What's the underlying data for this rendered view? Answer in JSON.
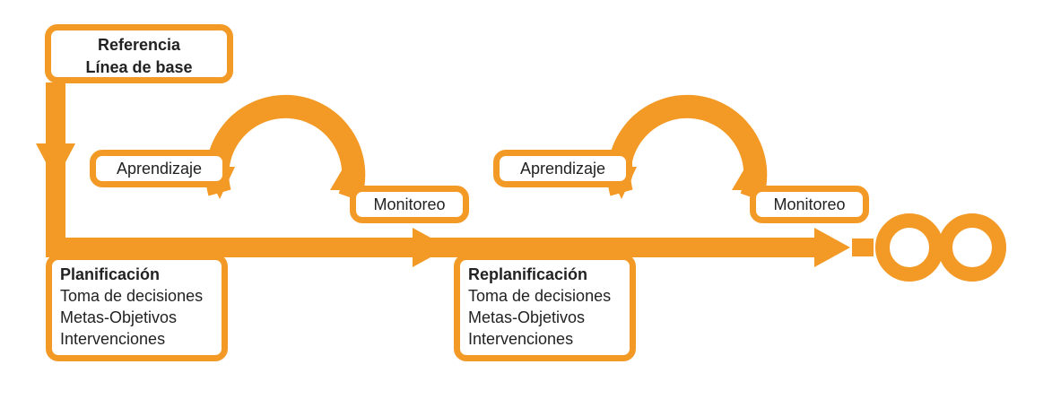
{
  "colors": {
    "accent": "#F39A26",
    "text": "#222222",
    "background": "#ffffff"
  },
  "baseline": {
    "title": "Referencia",
    "subtitle": "Línea de base"
  },
  "stage1": {
    "loop_learning_label": "Aprendizaje",
    "loop_monitoring_label": "Monitoreo",
    "planning": {
      "title": "Planificación",
      "items": [
        "Toma de decisiones",
        "Metas-Objetivos",
        "Intervenciones"
      ]
    }
  },
  "stage2": {
    "loop_learning_label": "Aprendizaje",
    "loop_monitoring_label": "Monitoreo",
    "planning": {
      "title": "Replanificación",
      "items": [
        "Toma de decisiones",
        "Metas-Objetivos",
        "Intervenciones"
      ]
    }
  },
  "end_symbol": "infinity-icon"
}
